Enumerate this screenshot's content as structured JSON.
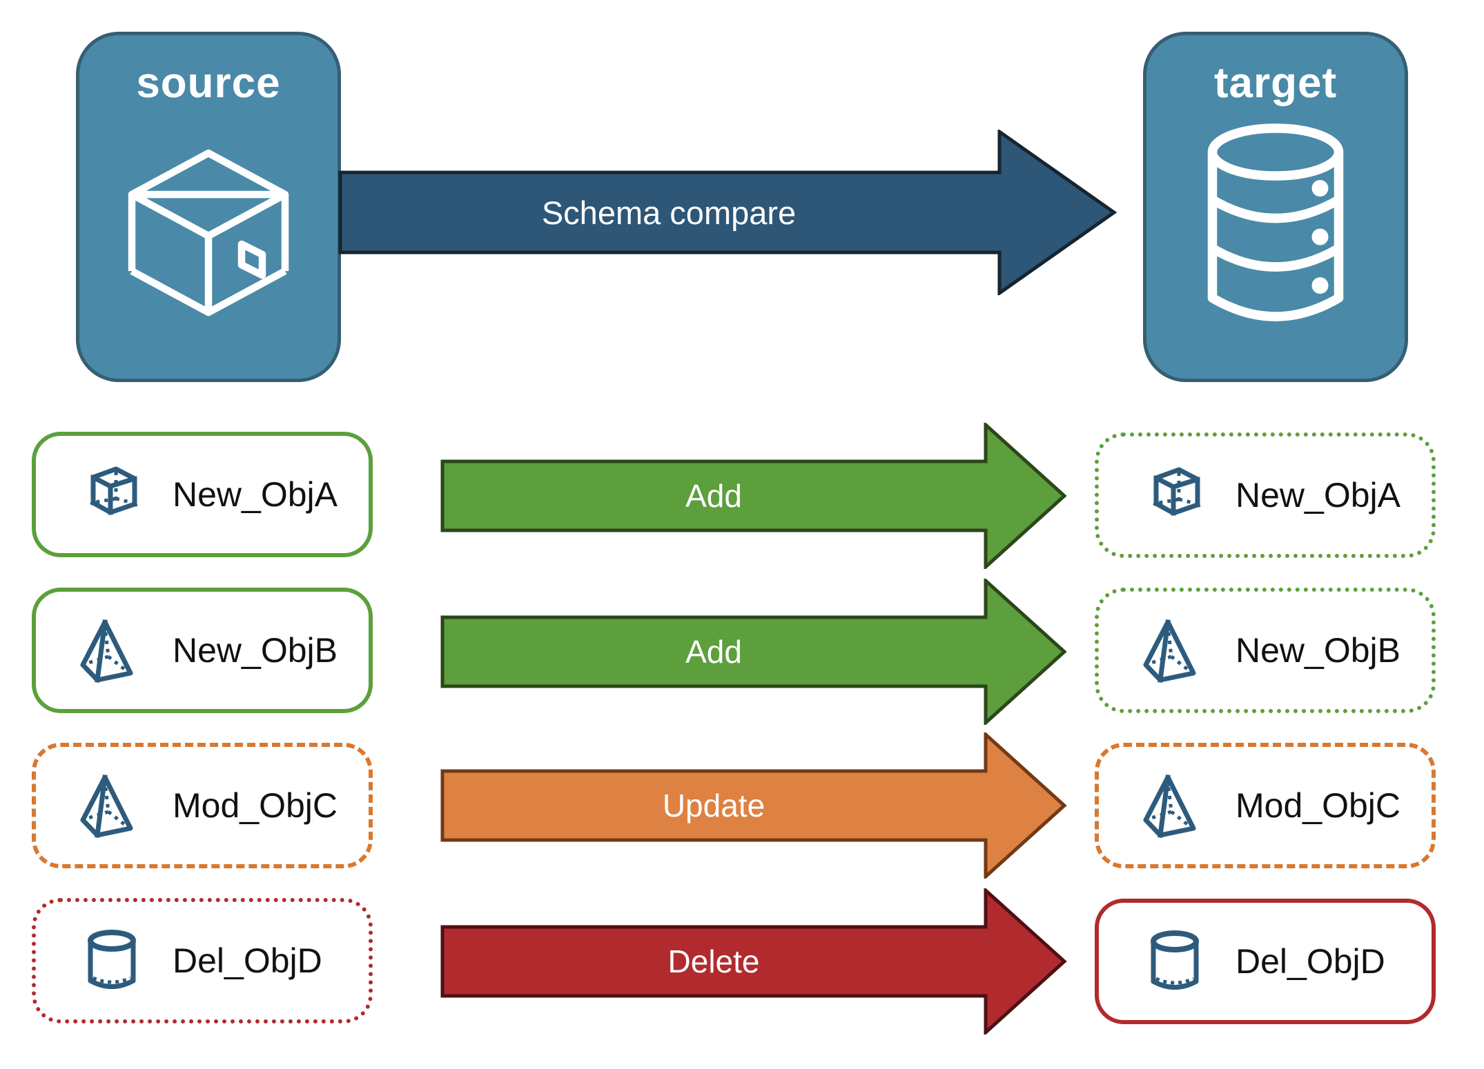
{
  "nodes": {
    "source": {
      "label": "source",
      "icon": "package-box-icon",
      "fill": "#4a89a8",
      "border_color": "#355f73",
      "style": "background:#4a89a8;border-color:#355f73"
    },
    "target": {
      "label": "target",
      "icon": "database-icon",
      "fill": "#4a89a8",
      "border_color": "#355f73",
      "style": "background:#4a89a8;border-color:#355f73"
    }
  },
  "main_arrow": {
    "label": "Schema compare",
    "fill": "#2d5677",
    "stroke": "#16242f"
  },
  "icon_color": "#2d5b7d",
  "text_color": "#111111",
  "rows": [
    {
      "left": {
        "label": "New_ObjA",
        "icon": "cube-icon",
        "border_style": "solid",
        "border_color": "#5ba03b",
        "style": "border-style:solid;border-color:#5ba03b"
      },
      "arrow": {
        "label": "Add",
        "fill": "#5d9e3d",
        "stroke": "#2b4719"
      },
      "right": {
        "label": "New_ObjA",
        "icon": "cube-icon",
        "border_style": "dotted",
        "border_color": "#5ba03b",
        "style": "border-style:dotted;border-color:#5ba03b"
      }
    },
    {
      "left": {
        "label": "New_ObjB",
        "icon": "pyramid-icon",
        "border_style": "solid",
        "border_color": "#5ba03b",
        "style": "border-style:solid;border-color:#5ba03b"
      },
      "arrow": {
        "label": "Add",
        "fill": "#5d9e3d",
        "stroke": "#2b4719"
      },
      "right": {
        "label": "New_ObjB",
        "icon": "pyramid-icon",
        "border_style": "dotted",
        "border_color": "#5ba03b",
        "style": "border-style:dotted;border-color:#5ba03b"
      }
    },
    {
      "left": {
        "label": "Mod_ObjC",
        "icon": "pyramid-icon",
        "border_style": "dashed",
        "border_color": "#d9782f",
        "style": "border-style:dashed;border-color:#d9782f"
      },
      "arrow": {
        "label": "Update",
        "fill": "#dd8242",
        "stroke": "#723917"
      },
      "right": {
        "label": "Mod_ObjC",
        "icon": "pyramid-icon",
        "border_style": "dashed",
        "border_color": "#d9782f",
        "style": "border-style:dashed;border-color:#d9782f"
      }
    },
    {
      "left": {
        "label": "Del_ObjD",
        "icon": "cylinder-icon",
        "border_style": "dotted",
        "border_color": "#b22a2a",
        "style": "border-style:dotted;border-color:#b22a2a"
      },
      "arrow": {
        "label": "Delete",
        "fill": "#b12b2e",
        "stroke": "#4e1014"
      },
      "right": {
        "label": "Del_ObjD",
        "icon": "cylinder-icon",
        "border_style": "solid",
        "border_color": "#b22a2a",
        "style": "border-style:solid;border-color:#b22a2a"
      }
    }
  ]
}
